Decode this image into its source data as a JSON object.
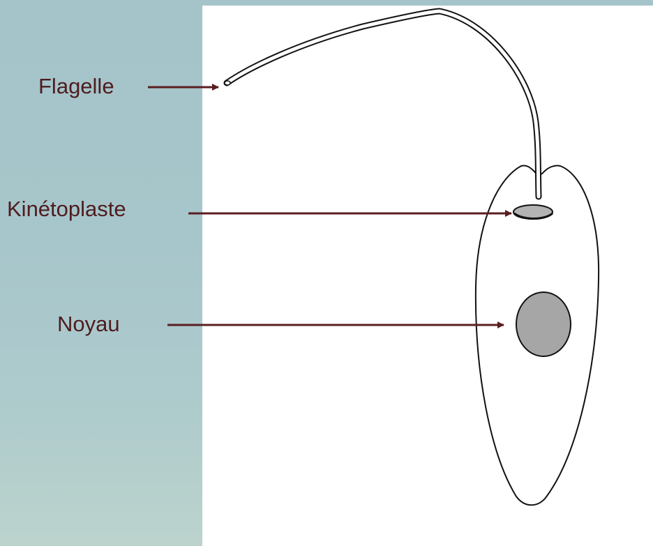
{
  "labels": {
    "flagellum": "Flagelle",
    "kinetoplast": "Kinétoplaste",
    "nucleus": "Noyau"
  },
  "colors": {
    "label_text": "#4f1c1e",
    "arrow": "#5a1e20",
    "side_panel": "#a7c6cb",
    "nucleus_fill": "#a6a6a6",
    "kinetoplast_fill": "#b3b3b3",
    "outline": "#111111"
  }
}
